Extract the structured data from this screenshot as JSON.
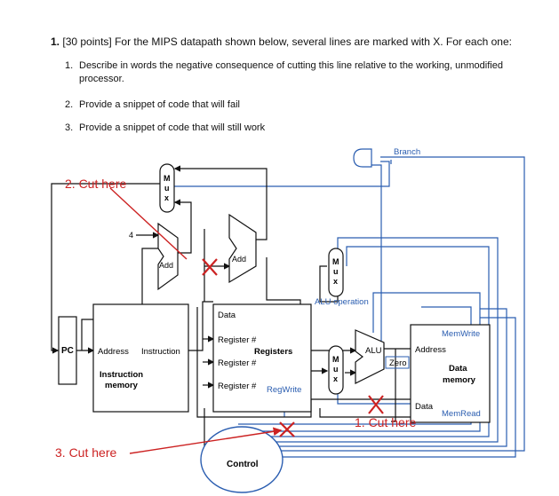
{
  "question": {
    "number": "1.",
    "points": "[30 points]",
    "prompt": "For the MIPS datapath shown below, several lines are marked with X. For each one:",
    "items": [
      {
        "num": "1.",
        "text_line1": "Describe in words the negative consequence of cutting this line relative to the working, unmodified",
        "text_line2": "processor."
      },
      {
        "num": "2.",
        "text_line1": "Provide a snippet of code that will fail"
      },
      {
        "num": "3.",
        "text_line1": "Provide a snippet of code that will still work"
      }
    ]
  },
  "diagram": {
    "labels": {
      "branch": "Branch",
      "mux": [
        "M",
        "u",
        "x"
      ],
      "add": "Add",
      "alu_operation": "ALU operation",
      "data_top": "Data",
      "pc": "PC",
      "address": "Address",
      "instruction": "Instruction",
      "instruction_memory_1": "Instruction",
      "instruction_memory_2": "memory",
      "register1": "Register #",
      "register2": "Register #",
      "register3": "Register #",
      "registers": "Registers",
      "regwrite": "RegWrite",
      "alu": "ALU",
      "zero": "Zero",
      "memwrite": "MemWrite",
      "dm_address": "Address",
      "data_memory_1": "Data",
      "data_memory_2": "memory",
      "dm_data": "Data",
      "memread": "MemRead",
      "control": "Control",
      "four": "4"
    },
    "annotations": {
      "cut1": "1. Cut here",
      "cut2": "2. Cut here",
      "cut3": "3. Cut here"
    },
    "colors": {
      "annotation": "#cc2222",
      "control_lines": "#2a5db0",
      "lines": "#111111"
    }
  }
}
